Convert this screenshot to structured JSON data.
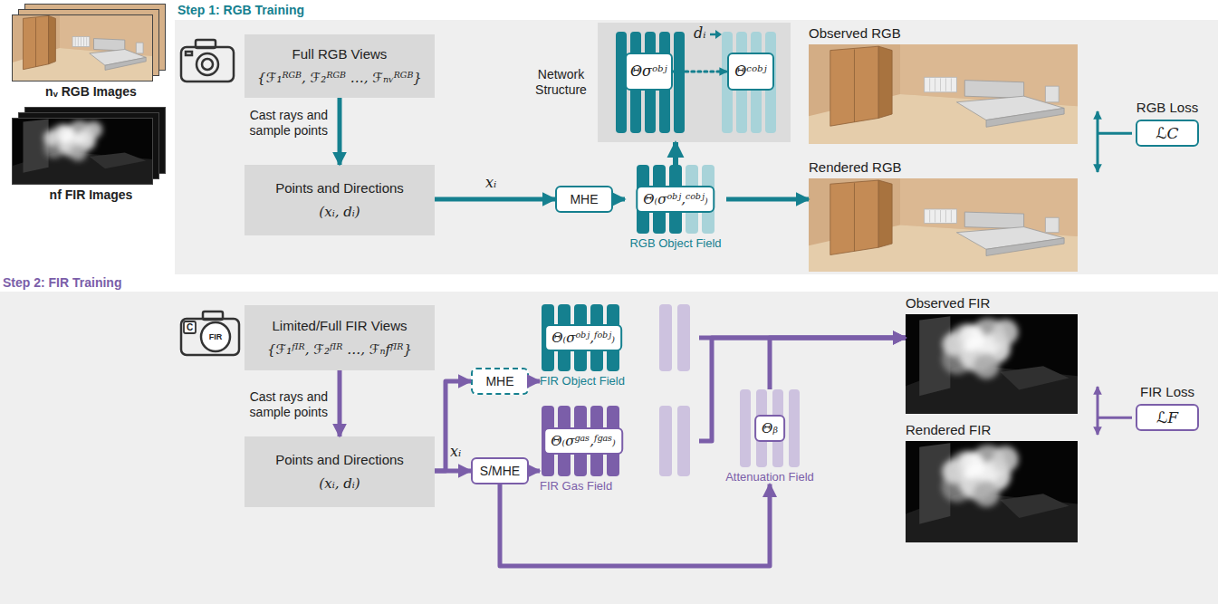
{
  "diagram": {
    "nodes": [
      {
        "text": [
          "nᵥ RGB Images"
        ]
      },
      {
        "text": [
          "nf FIR Images"
        ]
      },
      {
        "text": [
          "Step 1: RGB Training"
        ]
      },
      {
        "text": [
          "Full RGB Views",
          "{ℱ₁ᴿᴳᴮ, ℱ₂ᴿᴳᴮ …, ℱₙᵥᴿᴳᴮ}"
        ],
        "in": 2
      },
      {
        "text": [
          "Points and Directions",
          "(xᵢ, dᵢ)"
        ],
        "in": 2
      },
      {
        "text": [
          "MHE"
        ],
        "in": 2
      },
      {
        "text": [
          "Network Structure"
        ],
        "in": 2
      },
      {
        "text": [
          "Θσᵒᵇʲ"
        ],
        "in": 6
      },
      {
        "text": [
          "Θᶜᵒᵇʲ"
        ],
        "in": 6
      },
      {
        "text": [
          "Θ₍σᵒᵇʲ,ᶜᵒᵇʲ₎",
          "RGB Object Field"
        ],
        "in": 2
      },
      {
        "text": [
          "Observed RGB"
        ],
        "in": 2
      },
      {
        "text": [
          "Rendered RGB"
        ],
        "in": 2
      },
      {
        "text": [
          "RGB Loss",
          "ℒC"
        ],
        "in": 2
      },
      {
        "text": [
          "Step 2: FIR Training"
        ]
      },
      {
        "text": [
          "Limited/Full FIR Views",
          "{ℱ₁ᶠᴵᴿ, ℱ₂ᶠᴵᴿ …, ℱₙfᶠᴵᴿ}"
        ],
        "in": 13
      },
      {
        "text": [
          "Points and Directions",
          "(xᵢ, dᵢ)"
        ],
        "in": 13
      },
      {
        "text": [
          "MHE"
        ],
        "in": 13
      },
      {
        "text": [
          "S/MHE"
        ],
        "in": 13
      },
      {
        "text": [
          "Θ₍σᵒᵇʲ,ᶠᵒᵇʲ₎",
          "FIR Object Field"
        ],
        "in": 13
      },
      {
        "text": [
          "Θ₍σᵍᵃˢ,ᶠᵍᵃˢ₎",
          "FIR Gas Field"
        ],
        "in": 13
      },
      {
        "text": [
          "Θᵦ",
          "Attenuation Field"
        ],
        "in": 13
      },
      {
        "text": [
          "Observed FIR"
        ],
        "in": 13
      },
      {
        "text": [
          "Rendered FIR"
        ],
        "in": 13
      },
      {
        "text": [
          "FIR Loss",
          "ℒF"
        ],
        "in": 13
      }
    ],
    "edges": [
      {
        "from": 3,
        "to": 4,
        "arrow": "to",
        "label": "Cast rays and sample points"
      },
      {
        "from": 4,
        "to": 5,
        "arrow": "to",
        "label": "xᵢ"
      },
      {
        "from": 5,
        "to": 9,
        "arrow": "to"
      },
      {
        "from": 9,
        "to": 6,
        "arrow": "to"
      },
      {
        "from": 7,
        "to": 8,
        "arrow": "to"
      },
      {
        "from": 9,
        "to": 11,
        "arrow": "to"
      },
      {
        "from": 10,
        "to": 11,
        "arrow": "both"
      },
      {
        "from": 11,
        "to": 12,
        "arrow": "none"
      },
      {
        "from": 14,
        "to": 15,
        "arrow": "to",
        "label": "Cast rays and sample points"
      },
      {
        "from": 15,
        "to": 16,
        "arrow": "to"
      },
      {
        "from": 15,
        "to": 17,
        "arrow": "to",
        "label": "xᵢ"
      },
      {
        "from": 16,
        "to": 18,
        "arrow": "to"
      },
      {
        "from": 17,
        "to": 19,
        "arrow": "to"
      },
      {
        "from": 17,
        "to": 20,
        "arrow": "to"
      },
      {
        "from": 18,
        "to": 21,
        "arrow": "to"
      },
      {
        "from": 19,
        "to": 21,
        "arrow": "to"
      },
      {
        "from": 20,
        "to": 21,
        "arrow": "to"
      },
      {
        "from": 21,
        "to": 22,
        "arrow": "both"
      },
      {
        "from": 22,
        "to": 23,
        "arrow": "none"
      }
    ],
    "labels": [
      "dᵢ",
      "C",
      "FIR"
    ]
  }
}
